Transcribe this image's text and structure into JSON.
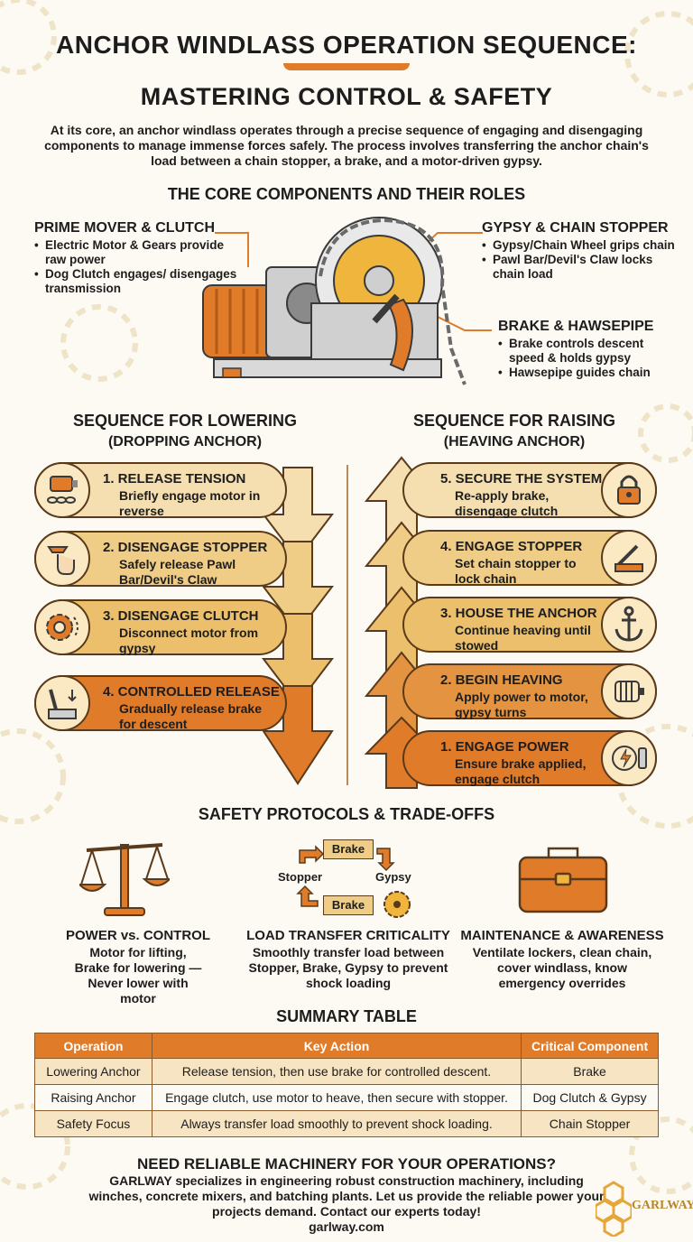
{
  "header": {
    "title_line1": "ANCHOR WINDLASS OPERATION SEQUENCE:",
    "title_line2": "MASTERING CONTROL & SAFETY",
    "intro": "At its core, an anchor windlass operates through a precise sequence of engaging and disengaging components to manage immense forces safely. The process involves transferring the anchor chain's load between a chain stopper, a brake, and a motor-driven gypsy."
  },
  "components": {
    "heading": "THE CORE COMPONENTS AND THEIR ROLES",
    "prime": {
      "title": "PRIME MOVER & CLUTCH",
      "bullets": [
        "Electric Motor & Gears provide raw power",
        "Dog Clutch engages/ disengages transmission"
      ]
    },
    "gypsy": {
      "title": "GYPSY & CHAIN STOPPER",
      "bullets": [
        "Gypsy/Chain Wheel grips chain",
        "Pawl Bar/Devil's Claw locks chain load"
      ]
    },
    "brake": {
      "title": "BRAKE & HAWSEPIPE",
      "bullets": [
        "Brake controls descent speed & holds gypsy",
        "Hawsepipe guides chain"
      ]
    }
  },
  "lowering": {
    "title": "SEQUENCE FOR LOWERING",
    "subtitle": "(DROPPING ANCHOR)",
    "steps": [
      {
        "title": "1. RELEASE TENSION",
        "desc": "Briefly engage motor in reverse",
        "icon": "motor-chain-icon"
      },
      {
        "title": "2. DISENGAGE STOPPER",
        "desc": "Safely release Pawl Bar/Devil's Claw",
        "icon": "hand-lever-icon"
      },
      {
        "title": "3. DISENGAGE CLUTCH",
        "desc": "Disconnect motor from gypsy",
        "icon": "clutch-gear-icon"
      },
      {
        "title": "4. CONTROLLED RELEASE",
        "desc": "Gradually release brake for descent",
        "icon": "brake-lever-icon"
      }
    ]
  },
  "raising": {
    "title": "SEQUENCE FOR RAISING",
    "subtitle": "(HEAVING ANCHOR)",
    "steps": [
      {
        "title": "5. SECURE THE SYSTEM",
        "desc": "Re-apply brake, disengage clutch",
        "icon": "padlock-icon"
      },
      {
        "title": "4. ENGAGE STOPPER",
        "desc": "Set chain stopper to lock chain",
        "icon": "stopper-lever-icon"
      },
      {
        "title": "3. HOUSE THE ANCHOR",
        "desc": "Continue heaving until stowed",
        "icon": "anchor-icon"
      },
      {
        "title": "2. BEGIN HEAVING",
        "desc": "Apply power to motor, gypsy turns",
        "icon": "motor-icon"
      },
      {
        "title": "1. ENGAGE POWER",
        "desc": "Ensure brake applied, engage clutch",
        "icon": "power-clutch-icon"
      }
    ]
  },
  "safety": {
    "heading": "SAFETY PROTOCOLS & TRADE-OFFS",
    "items": [
      {
        "title": "POWER vs. CONTROL",
        "desc": "Motor for lifting, Brake for lowering — Never lower with motor",
        "icon": "scales-icon"
      },
      {
        "title": "LOAD TRANSFER CRITICALITY",
        "desc": "Smoothly transfer load between Stopper, Brake, Gypsy to prevent shock loading",
        "icon": "cycle-diagram-icon"
      },
      {
        "title": "MAINTENANCE & AWARENESS",
        "desc": "Ventilate lockers, clean chain, cover windlass, know emergency overrides",
        "icon": "toolbox-icon"
      }
    ],
    "cycle": {
      "top": "Brake",
      "left": "Stopper",
      "right": "Gypsy",
      "bottom": "Brake"
    }
  },
  "summary": {
    "heading": "SUMMARY TABLE",
    "columns": [
      "Operation",
      "Key Action",
      "Critical Component"
    ],
    "rows": [
      [
        "Lowering Anchor",
        "Release tension, then use brake for controlled descent.",
        "Brake"
      ],
      [
        "Raising Anchor",
        "Engage clutch, use motor to heave, then secure with stopper.",
        "Dog Clutch & Gypsy"
      ],
      [
        "Safety Focus",
        "Always transfer load smoothly to prevent shock loading.",
        "Chain Stopper"
      ]
    ]
  },
  "cta": {
    "title": "NEED RELIABLE MACHINERY FOR YOUR OPERATIONS?",
    "text": "GARLWAY specializes in engineering robust construction machinery, including winches, concrete mixers, and batching plants. Let us provide the reliable power your projects demand. Contact our experts today!",
    "url": "garlway.com"
  },
  "logo": {
    "text": "GARLWAY"
  },
  "colors": {
    "accent": "#e07b2a",
    "light": "#f5dfb1",
    "mid": "#ebbf6b",
    "deep": "#d88a3c",
    "outline": "#5a3a1a"
  }
}
